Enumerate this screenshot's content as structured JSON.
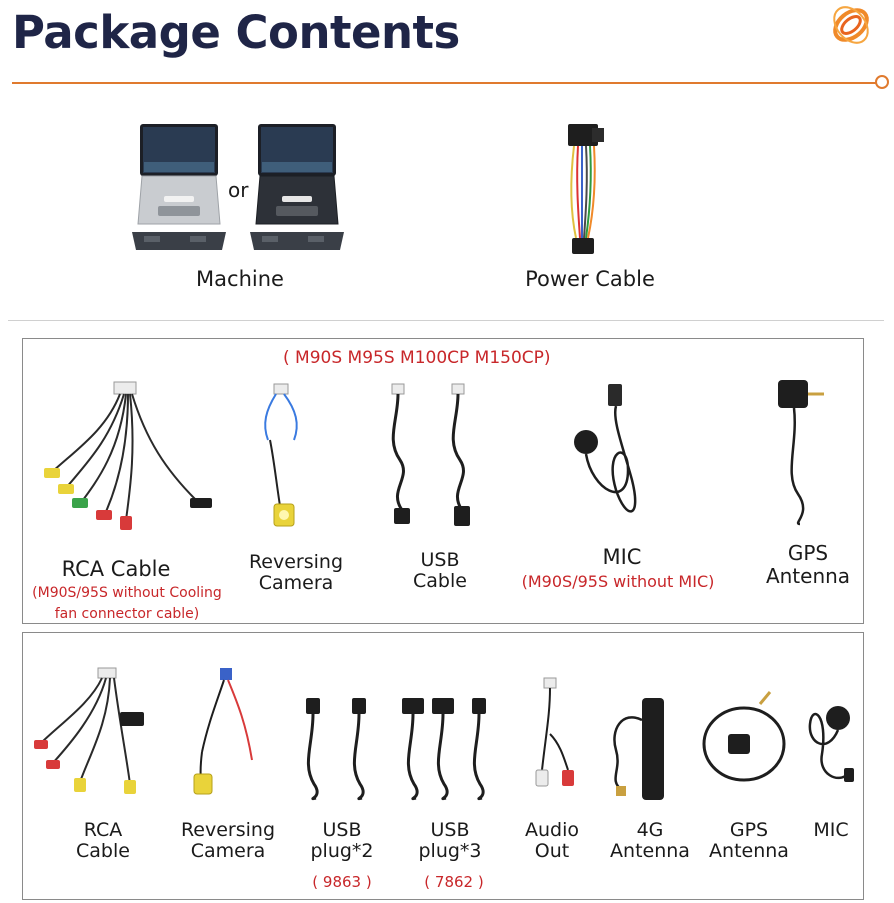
{
  "header": {
    "title": "Package Contents"
  },
  "top_items": [
    {
      "label": "Machine",
      "or_text": "or"
    },
    {
      "label": "Power Cable"
    }
  ],
  "panel_a": {
    "models_note": "( M90S M95S M100CP M150CP)",
    "items": [
      {
        "label": "RCA Cable",
        "note_line1": "(M90S/95S without Cooling",
        "note_line2": "fan connector cable)"
      },
      {
        "label_line1": "Reversing",
        "label_line2": "Camera"
      },
      {
        "label_line1": "USB",
        "label_line2": "Cable"
      },
      {
        "label": "MIC",
        "note": "(M90S/95S without MIC)"
      },
      {
        "label_line1": "GPS",
        "label_line2": "Antenna"
      }
    ]
  },
  "panel_b": {
    "items": [
      {
        "label_line1": "RCA",
        "label_line2": "Cable"
      },
      {
        "label_line1": "Reversing",
        "label_line2": "Camera"
      },
      {
        "label_line1": "USB",
        "label_line2": "plug*2",
        "note": "( 9863 )"
      },
      {
        "label_line1": "USB",
        "label_line2": "plug*3",
        "note": "( 7862 )"
      },
      {
        "label_line1": "Audio",
        "label_line2": "Out"
      },
      {
        "label_line1": "4G",
        "label_line2": "Antenna"
      },
      {
        "label_line1": "GPS",
        "label_line2": "Antenna"
      },
      {
        "label": "MIC"
      }
    ]
  },
  "colors": {
    "title": "#1f2547",
    "accent_orange": "#e07a2e",
    "note_red": "#c8272a",
    "panel_border": "#8a8a8a"
  },
  "icons": [
    "logo-icon",
    "machine-silver-image",
    "machine-black-image",
    "power-cable-image",
    "rca-cable-image",
    "reversing-camera-image",
    "usb-cable-image",
    "mic-image",
    "gps-antenna-image",
    "usb-plug-image",
    "audio-out-image",
    "4g-antenna-image"
  ]
}
